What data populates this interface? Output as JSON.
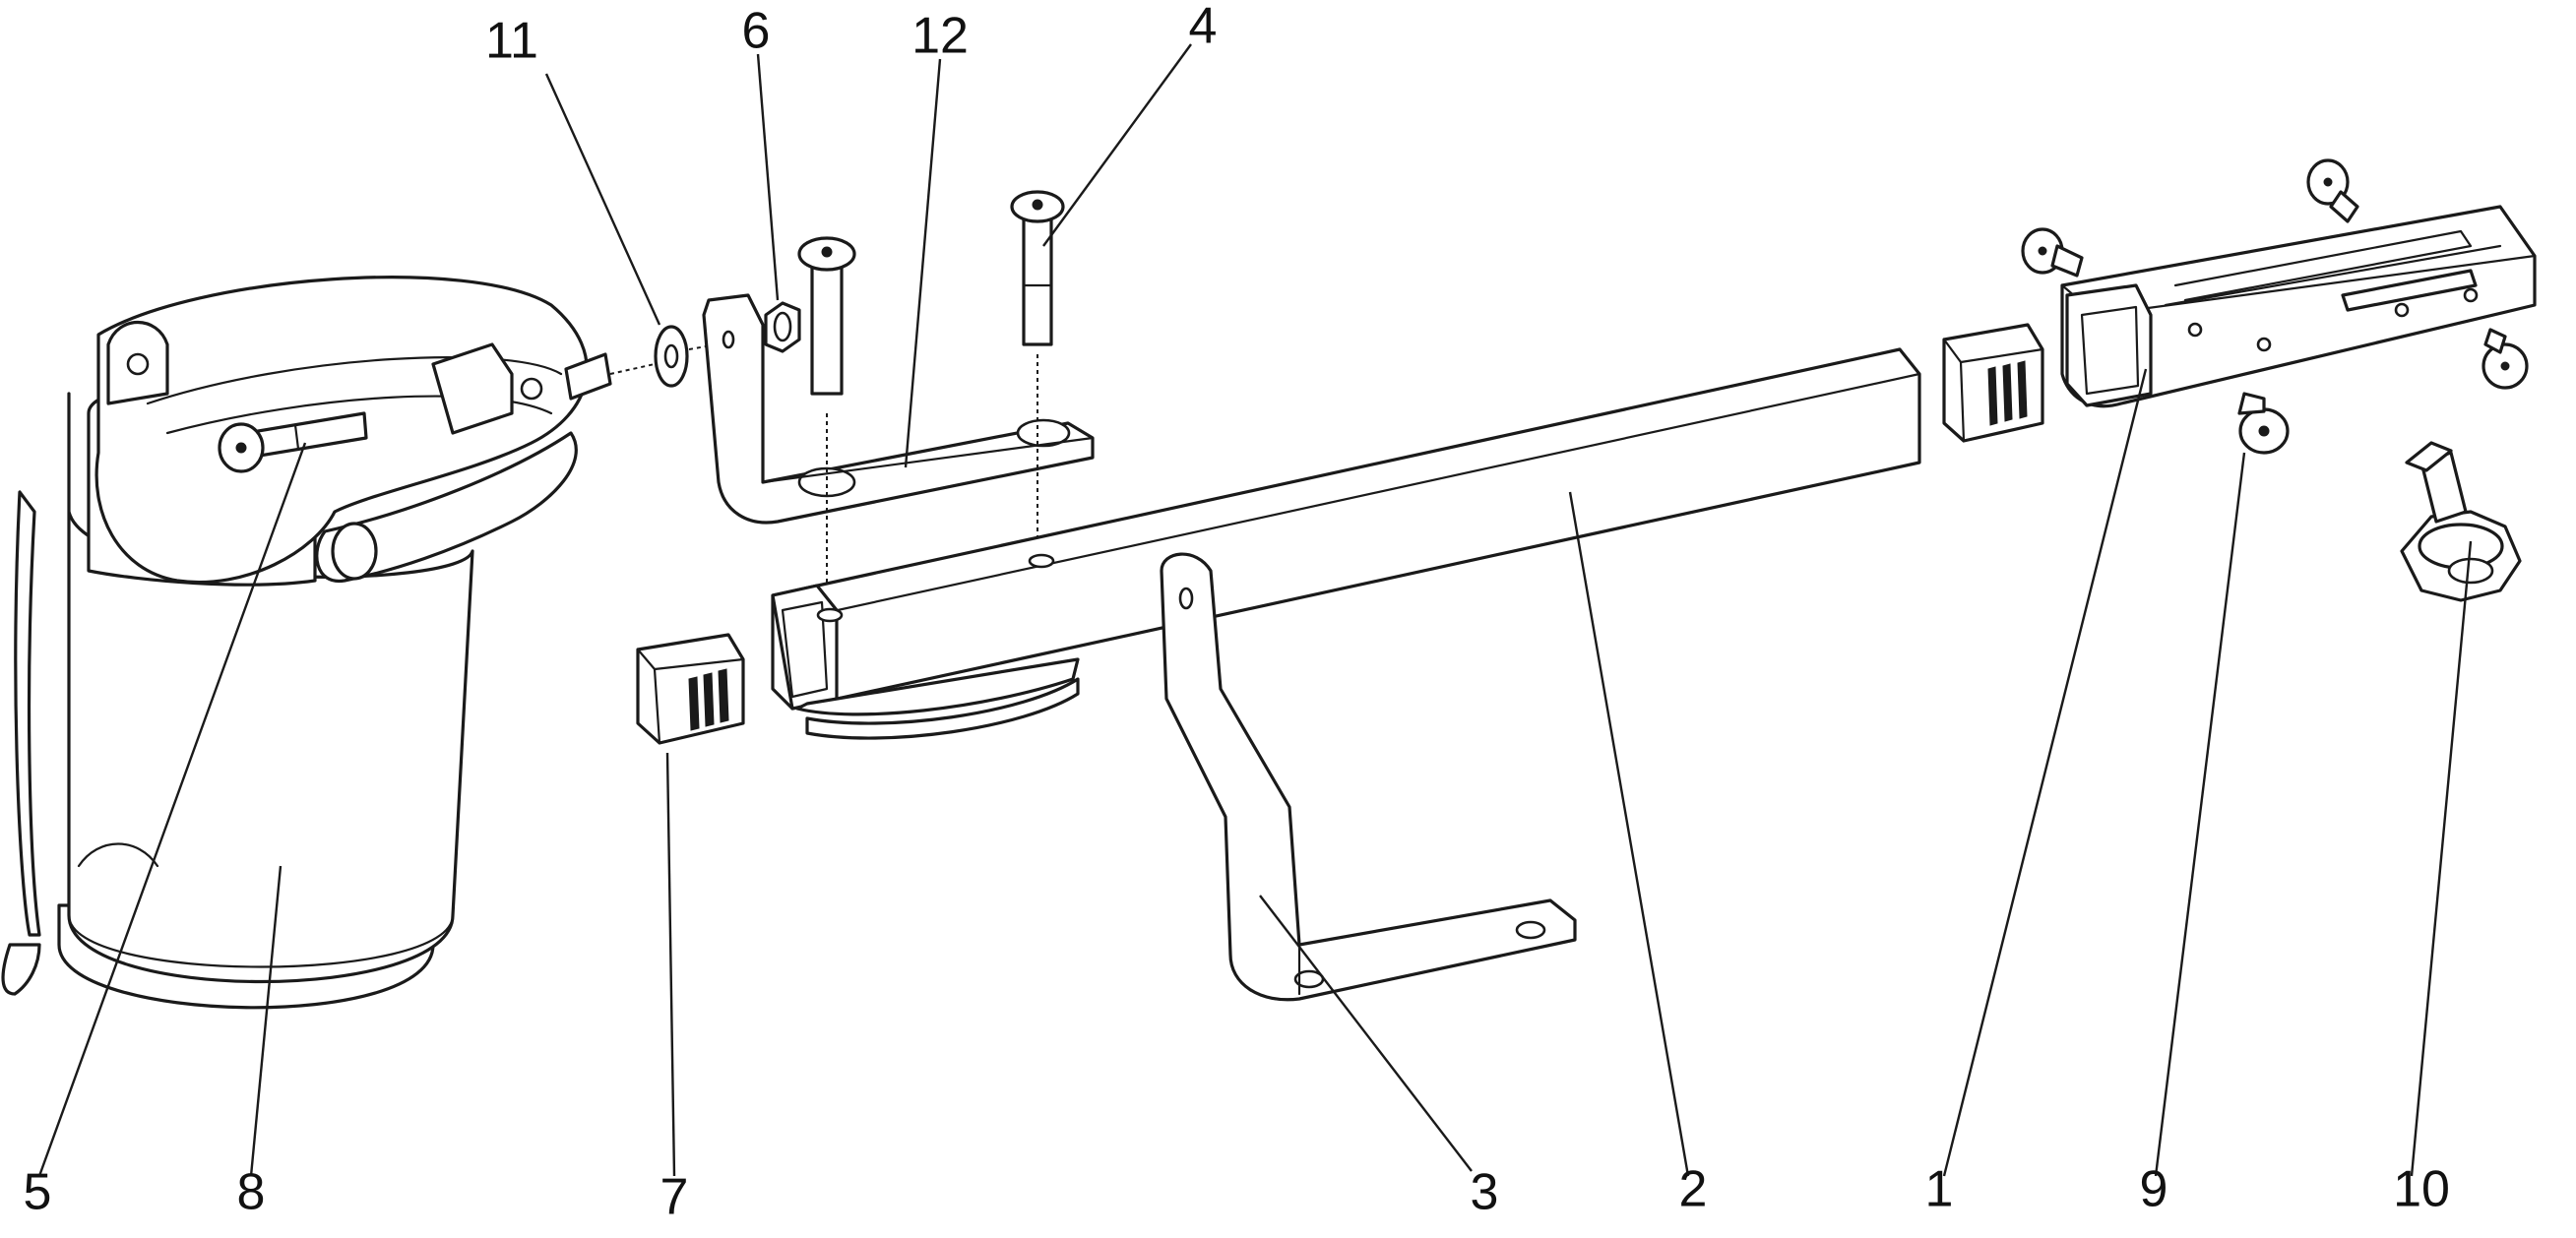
{
  "diagram": {
    "part_numbers": {
      "p1": "1",
      "p2": "2",
      "p3": "3",
      "p4": "4",
      "p5": "5",
      "p6": "6",
      "p7": "7",
      "p8": "8",
      "p9": "9",
      "p10": "10",
      "p11": "11",
      "p12": "12"
    }
  }
}
